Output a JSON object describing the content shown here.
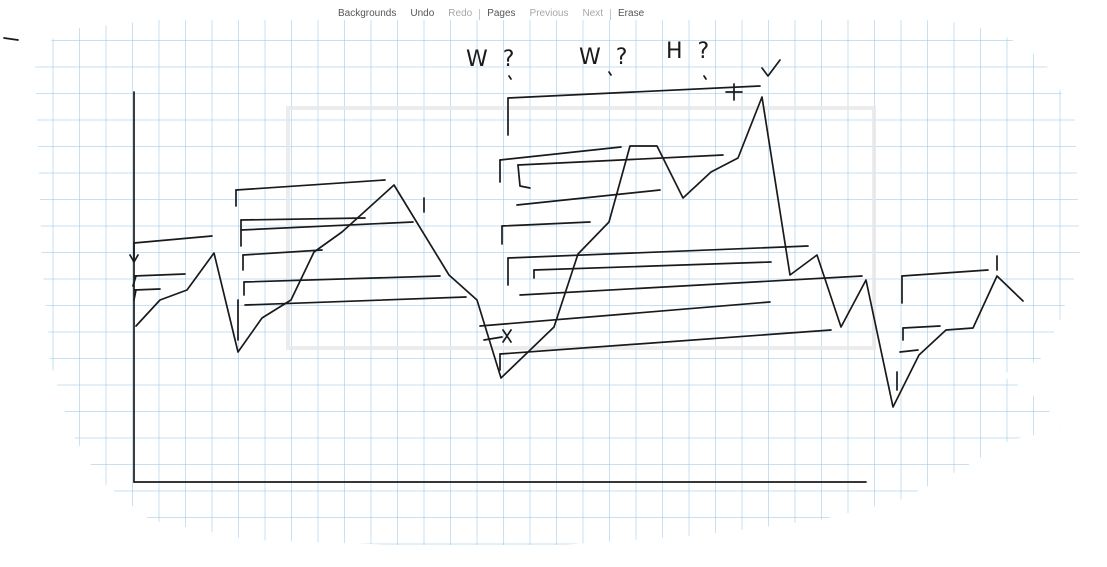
{
  "toolbar": {
    "backgrounds_label": "Backgrounds",
    "undo_label": "Undo",
    "redo_label": "Redo",
    "pages_label": "Pages",
    "previous_label": "Previous",
    "next_label": "Next",
    "erase_label": "Erase"
  },
  "whiteboard": {
    "annotations": [
      "W ?",
      "W ?",
      "H ?"
    ],
    "grid_color": "#9cc7e8",
    "ink_color": "#1a1a1a",
    "background_color": "#ffffff"
  }
}
